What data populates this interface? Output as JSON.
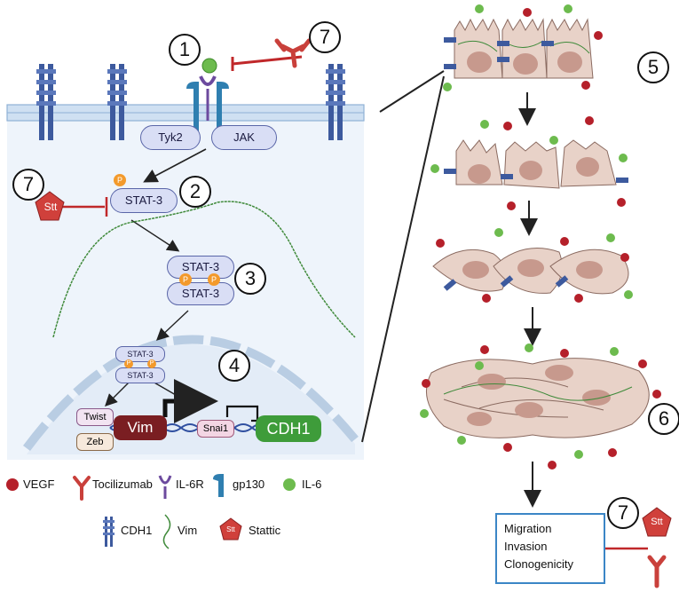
{
  "steps": {
    "s1": "1",
    "s2": "2",
    "s3": "3",
    "s4": "4",
    "s5": "5",
    "s6": "6",
    "s7": "7"
  },
  "pathway": {
    "tyk2": "Tyk2",
    "jak": "JAK",
    "stat3": "STAT-3",
    "phospho": "P",
    "stattic_short": "Stt"
  },
  "genes": {
    "twist": "Twist",
    "zeb": "Zeb",
    "vim": "Vim",
    "snai1": "Snai1",
    "cdh1": "CDH1"
  },
  "legend": {
    "vegf": "VEGF",
    "tocilizumab": "Tocilizumab",
    "il6r": "IL-6R",
    "gp130": "gp130",
    "il6": "IL-6",
    "cdh1": "CDH1",
    "vim": "Vim",
    "stattic": "Stattic"
  },
  "outcome": {
    "migration": "Migration",
    "invasion": "Invasion",
    "clonogenicity": "Clonogenicity"
  },
  "colors": {
    "vegf": "#b5202a",
    "il6": "#6dbb4e",
    "antibody": "#c9403b",
    "il6r": "#6c4a9e",
    "gp130": "#2f7fb0",
    "cdh1_receptor": "#3d5a9e",
    "vim_fiber": "#3f8a3a",
    "stattic": "#d0403b",
    "inhibit": "#c0282a",
    "cell": "#e8d2c8",
    "nucleus": "#c7998d",
    "membrane": "#a9c2e0",
    "outbox_border": "#3b86c6"
  }
}
